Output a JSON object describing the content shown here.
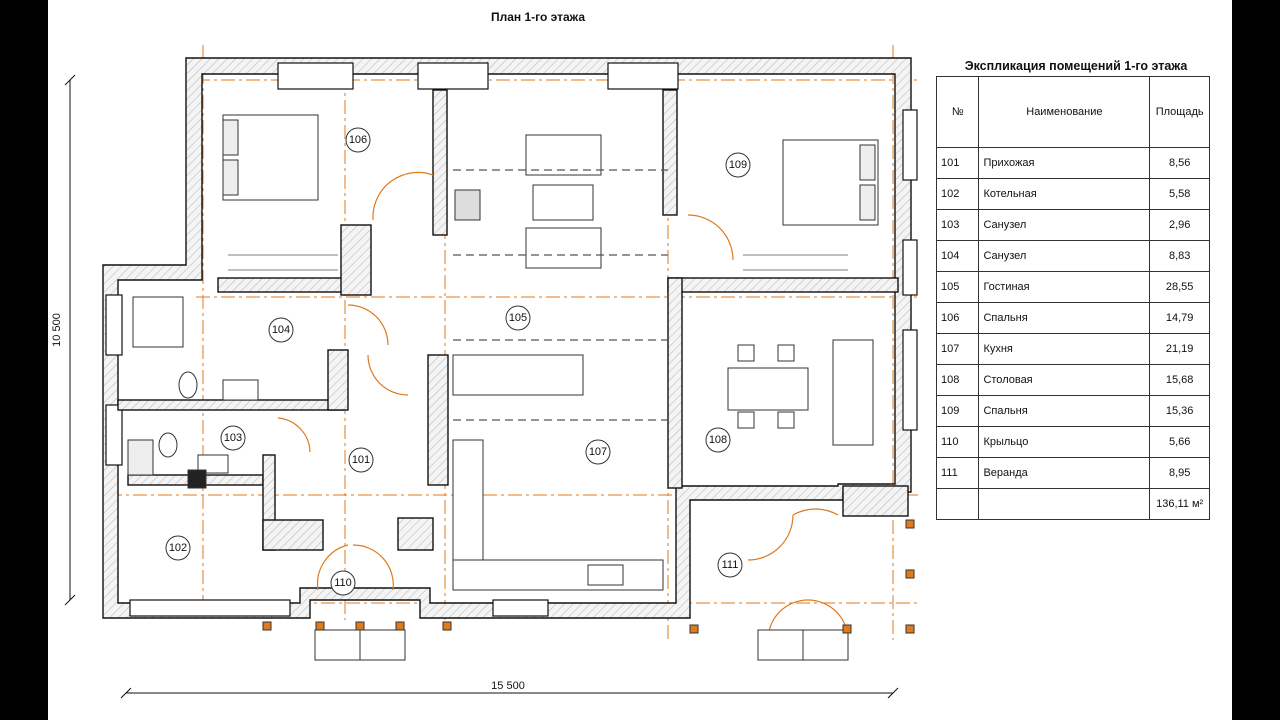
{
  "plan_title": "План 1-го этажа",
  "table_title": "Экспликация помещений 1-го этажа",
  "table": {
    "headers": [
      "№",
      "Наименование",
      "Площадь"
    ],
    "rows": [
      {
        "num": "101",
        "name": "Прихожая",
        "area": "8,56"
      },
      {
        "num": "102",
        "name": "Котельная",
        "area": "5,58"
      },
      {
        "num": "103",
        "name": "Санузел",
        "area": "2,96"
      },
      {
        "num": "104",
        "name": "Санузел",
        "area": "8,83"
      },
      {
        "num": "105",
        "name": "Гостиная",
        "area": "28,55"
      },
      {
        "num": "106",
        "name": "Спальня",
        "area": "14,79"
      },
      {
        "num": "107",
        "name": "Кухня",
        "area": "21,19"
      },
      {
        "num": "108",
        "name": "Столовая",
        "area": "15,68"
      },
      {
        "num": "109",
        "name": "Спальня",
        "area": "15,36"
      },
      {
        "num": "110",
        "name": "Крыльцо",
        "area": "5,66"
      },
      {
        "num": "111",
        "name": "Веранда",
        "area": "8,95"
      }
    ],
    "total": "136,11 м²"
  },
  "dimensions": {
    "width": "15 500",
    "height": "10 500"
  },
  "room_labels": {
    "r101": "101",
    "r102": "102",
    "r103": "103",
    "r104": "104",
    "r105": "105",
    "r106": "106",
    "r107": "107",
    "r108": "108",
    "r109": "109",
    "r110": "110",
    "r111": "111"
  },
  "colors": {
    "wall": "#111111",
    "axis": "#e07a1e",
    "hatch": "#cfcfcf"
  }
}
